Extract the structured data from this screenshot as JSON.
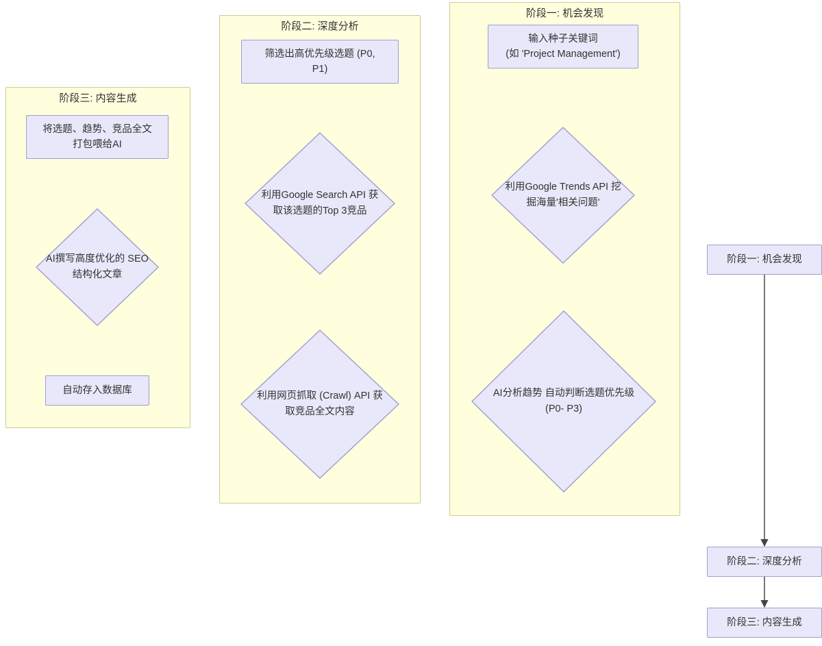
{
  "diagram": {
    "type": "flowchart",
    "title": "AI SEO Content Pipeline Flowchart",
    "colors": {
      "subgraph_fill": "#ffffde",
      "subgraph_border": "#cdcd8f",
      "node_fill": "#e8e8fa",
      "node_border": "#9e9ecf",
      "edge_stroke": "#555555",
      "text": "#333333",
      "background": "#ffffff"
    },
    "phase_three": {
      "title": "阶段三: 内容生成",
      "nodes": [
        {
          "id": "c1",
          "shape": "rect",
          "label_lines": [
            "将选题、趋势、竞品全文",
            "打包喂给AI"
          ]
        },
        {
          "id": "c2",
          "shape": "diamond",
          "label_lines": [
            "AI撰写高度优化的",
            "SEO结构化文章"
          ]
        },
        {
          "id": "c3",
          "shape": "rect",
          "label_lines": [
            "自动存入数据库"
          ]
        }
      ]
    },
    "phase_two": {
      "title": "阶段二: 深度分析",
      "nodes": [
        {
          "id": "b1",
          "shape": "rect",
          "label_lines": [
            "筛选出高优先级选题 (P0,",
            "P1)"
          ]
        },
        {
          "id": "b2",
          "shape": "diamond",
          "label_lines": [
            "利用Google Search API",
            "获取该选题的Top 3竞品"
          ]
        },
        {
          "id": "b3",
          "shape": "diamond",
          "label_lines": [
            "利用网页抓取 (Crawl) API",
            "获取竞品全文内容"
          ]
        }
      ]
    },
    "phase_one": {
      "title": "阶段一: 机会发现",
      "nodes": [
        {
          "id": "a1",
          "shape": "rect",
          "label_lines": [
            "输入种子关键词",
            "(如 'Project Management')"
          ]
        },
        {
          "id": "a2",
          "shape": "diamond",
          "label_lines": [
            "利用Google Trends API",
            "挖掘海量'相关问题'"
          ]
        },
        {
          "id": "a3",
          "shape": "diamond",
          "label_lines": [
            "AI分析趋势",
            "自动判断选题优先级 (P0-",
            "P3)"
          ]
        }
      ]
    },
    "phase_chain": {
      "nodes": [
        {
          "id": "p1",
          "shape": "rect",
          "label_lines": [
            "阶段一: 机会发现"
          ]
        },
        {
          "id": "p2",
          "shape": "rect",
          "label_lines": [
            "阶段二: 深度分析"
          ]
        },
        {
          "id": "p3",
          "shape": "rect",
          "label_lines": [
            "阶段三: 内容生成"
          ]
        }
      ]
    },
    "edges": [
      {
        "from": "a1",
        "to": "a2"
      },
      {
        "from": "a2",
        "to": "a3"
      },
      {
        "from": "b1",
        "to": "b2"
      },
      {
        "from": "b2",
        "to": "b3"
      },
      {
        "from": "c1",
        "to": "c2"
      },
      {
        "from": "c2",
        "to": "c3"
      },
      {
        "from": "p1",
        "to": "p2"
      },
      {
        "from": "p2",
        "to": "p3"
      }
    ]
  }
}
